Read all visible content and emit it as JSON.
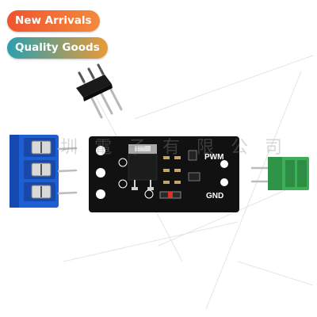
{
  "badges": {
    "new_arrivals": "New Arrivals",
    "quality_goods": "Quality Goods"
  },
  "board": {
    "label_pwm": "PWM",
    "label_gnd": "GND"
  },
  "watermark": "圳   電   子   有 限 公 司",
  "colors": {
    "pcb": "#111111",
    "blue_terminal": "#1f5fd4",
    "green_terminal": "#3caf57",
    "new_badge": "#f0542f",
    "quality_badge": "#2a9fb0"
  },
  "icons": {
    "new_badge_icon": "ribbon-badge",
    "quality_badge_icon": "ribbon-badge"
  }
}
